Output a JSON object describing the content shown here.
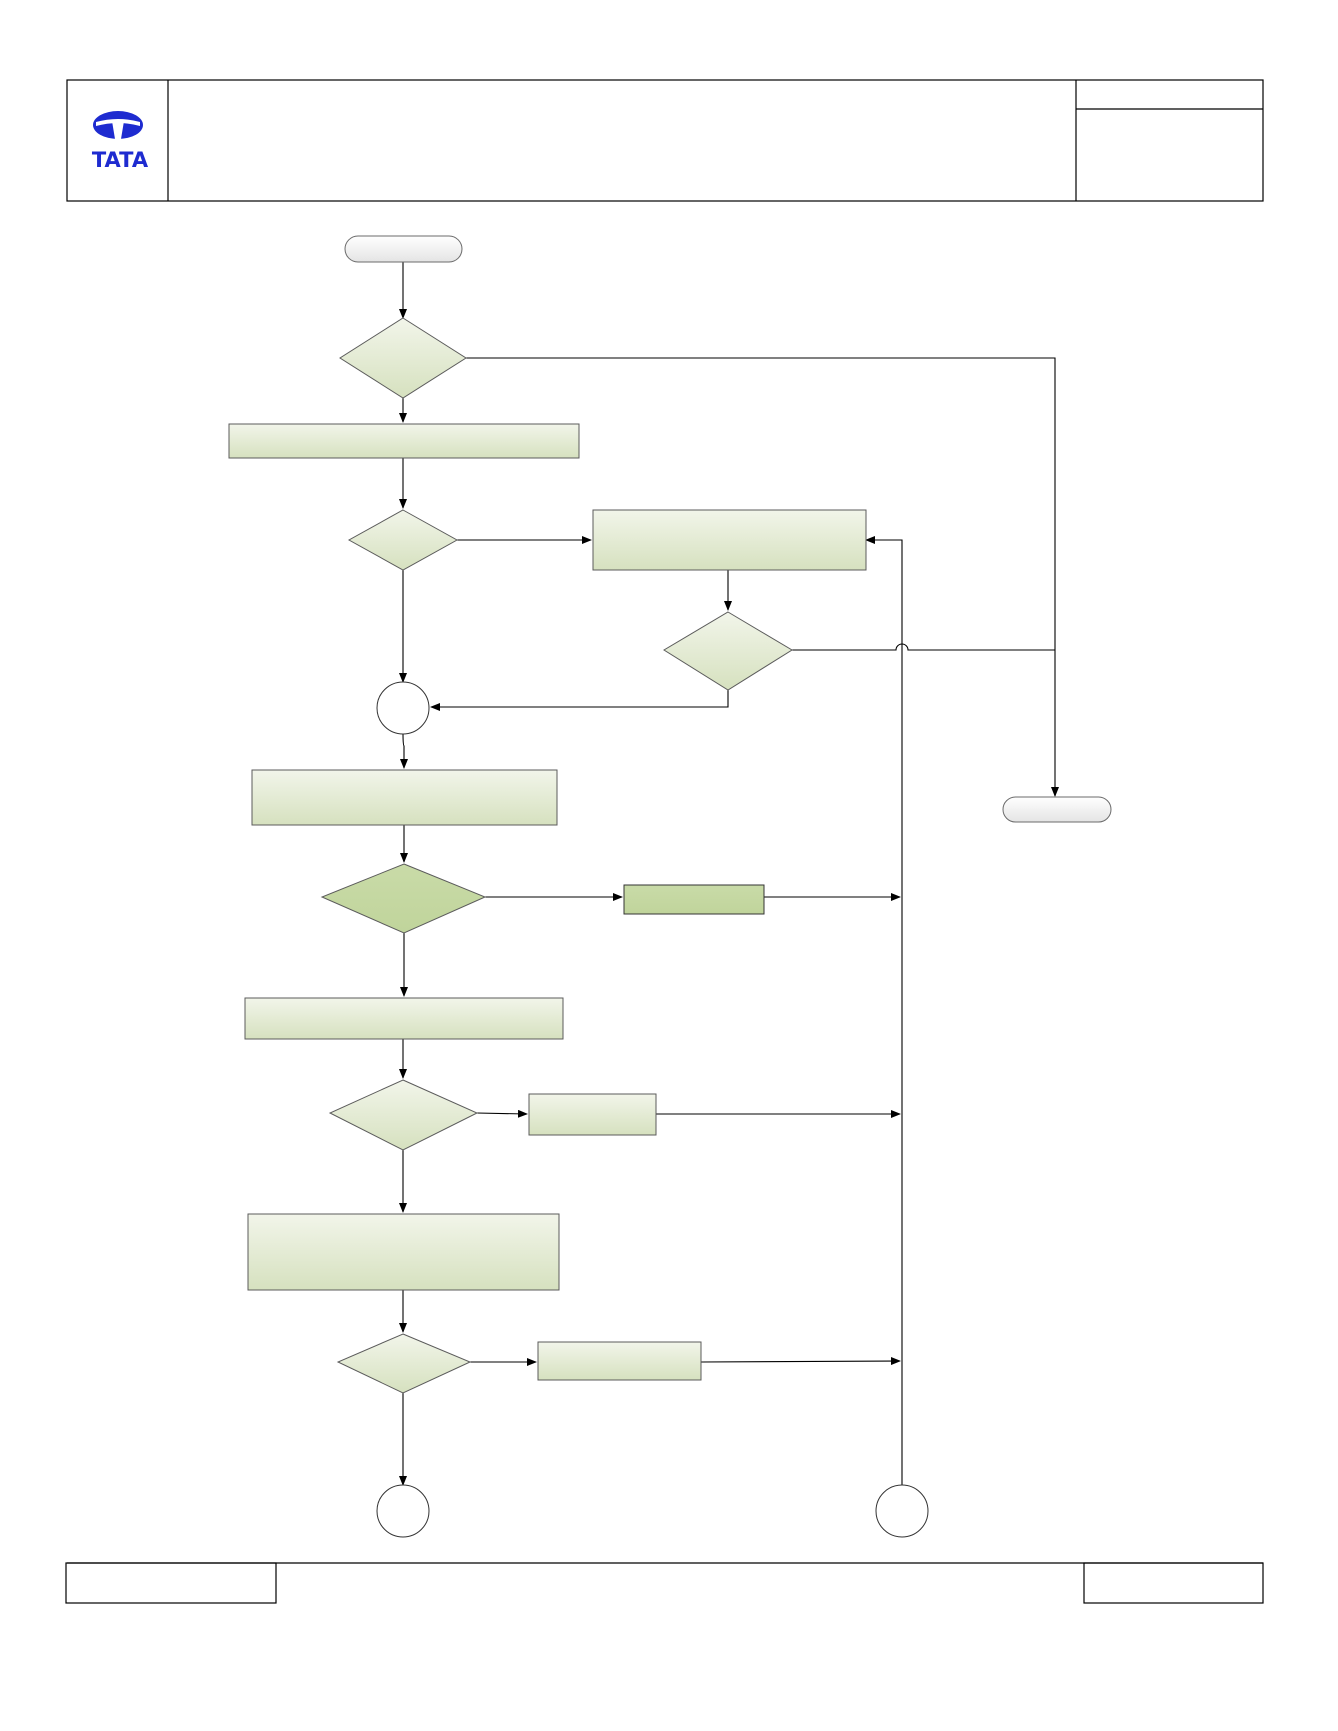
{
  "header": {
    "logo": {
      "icon": "tata-logo-icon",
      "wordmark": "TATA",
      "color": "#1e2bd0"
    },
    "title": "",
    "doc_info": ""
  },
  "footer": {
    "left": "",
    "center": "",
    "right": ""
  },
  "colors": {
    "node_fill_light": "#eef3e2",
    "node_fill": "#d9e4c2",
    "node_fill_dark": "#c4d89f",
    "stroke": "#5b5b5b",
    "line": "#000000"
  },
  "flowchart": {
    "nodes": [
      {
        "id": "start",
        "shape": "terminator",
        "label": ""
      },
      {
        "id": "d1",
        "shape": "decision",
        "label": ""
      },
      {
        "id": "p1",
        "shape": "process",
        "label": ""
      },
      {
        "id": "d2",
        "shape": "decision",
        "label": ""
      },
      {
        "id": "p2",
        "shape": "process",
        "label": ""
      },
      {
        "id": "d3",
        "shape": "decision",
        "label": ""
      },
      {
        "id": "c1",
        "shape": "connector",
        "label": ""
      },
      {
        "id": "end",
        "shape": "terminator",
        "label": ""
      },
      {
        "id": "p3",
        "shape": "process",
        "label": ""
      },
      {
        "id": "d4",
        "shape": "decision",
        "label": ""
      },
      {
        "id": "p4",
        "shape": "process",
        "label": ""
      },
      {
        "id": "p5",
        "shape": "process",
        "label": ""
      },
      {
        "id": "d5",
        "shape": "decision",
        "label": ""
      },
      {
        "id": "p6",
        "shape": "process",
        "label": ""
      },
      {
        "id": "p7",
        "shape": "process",
        "label": ""
      },
      {
        "id": "d6",
        "shape": "decision",
        "label": ""
      },
      {
        "id": "p8",
        "shape": "process",
        "label": ""
      },
      {
        "id": "c2",
        "shape": "connector",
        "label": ""
      },
      {
        "id": "c3",
        "shape": "connector",
        "label": ""
      }
    ]
  }
}
